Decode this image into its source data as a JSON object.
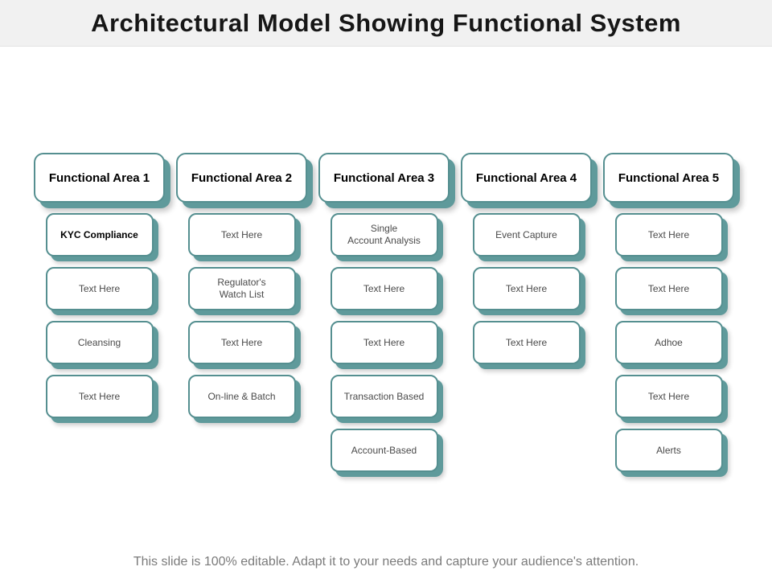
{
  "title": "Architectural Model Showing Functional System",
  "footer": "This slide is 100% editable. Adapt it to your needs and capture your audience's attention.",
  "colors": {
    "teal_border": "#558f90",
    "teal_shadow": "#5f9a9b",
    "title_band_bg": "#f1f1f1",
    "item_text": "#4a4a4a",
    "footer_text": "#7b7b7b"
  },
  "columns": [
    {
      "header": "Functional Area 1",
      "items": [
        {
          "label": "KYC Compliance",
          "bold": true
        },
        {
          "label": "Text Here",
          "bold": false
        },
        {
          "label": "Cleansing",
          "bold": false
        },
        {
          "label": "Text Here",
          "bold": false
        }
      ]
    },
    {
      "header": "Functional Area 2",
      "items": [
        {
          "label": "Text Here",
          "bold": false
        },
        {
          "label": "Regulator's\nWatch List",
          "bold": false
        },
        {
          "label": "Text Here",
          "bold": false
        },
        {
          "label": "On-line & Batch",
          "bold": false
        }
      ]
    },
    {
      "header": "Functional Area 3",
      "items": [
        {
          "label": "Single\nAccount Analysis",
          "bold": false
        },
        {
          "label": "Text Here",
          "bold": false
        },
        {
          "label": "Text Here",
          "bold": false
        },
        {
          "label": "Transaction Based",
          "bold": false
        },
        {
          "label": "Account-Based",
          "bold": false
        }
      ]
    },
    {
      "header": "Functional Area 4",
      "items": [
        {
          "label": "Event Capture",
          "bold": false
        },
        {
          "label": "Text Here",
          "bold": false
        },
        {
          "label": "Text Here",
          "bold": false
        }
      ]
    },
    {
      "header": "Functional Area 5",
      "items": [
        {
          "label": "Text Here",
          "bold": false
        },
        {
          "label": "Text Here",
          "bold": false
        },
        {
          "label": "Adhoe",
          "bold": false
        },
        {
          "label": "Text Here",
          "bold": false
        },
        {
          "label": "Alerts",
          "bold": false
        }
      ]
    }
  ]
}
